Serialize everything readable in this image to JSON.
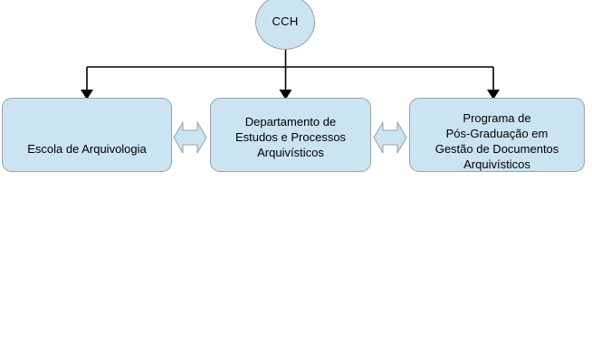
{
  "diagram": {
    "type": "organizational-hierarchy",
    "title": "",
    "colors": {
      "node_fill": "#cbe4f2",
      "node_border": "#9aa0a6",
      "connector_line": "#000000",
      "background": "#ffffff",
      "text": "#000000"
    },
    "root": {
      "id": "cch",
      "label": "CCH",
      "shape": "ellipse"
    },
    "units": [
      {
        "id": "escola-arquivologia",
        "label": "Escola de Arquivologia",
        "shape": "rounded-rectangle",
        "lines": [
          "Escola de Arquivologia"
        ]
      },
      {
        "id": "departamento-estudos",
        "label": "Departamento de\nEstudos e Processos\nArquivísticos",
        "shape": "rounded-rectangle",
        "lines": [
          "Departamento de",
          "Estudos e Processos",
          "Arquivísticos"
        ]
      },
      {
        "id": "programa-pos-graduacao",
        "label": "Programa de\nPós-Graduação em\nGestão de Documentos\nArquivísticos",
        "shape": "rounded-rectangle",
        "lines": [
          "Programa de",
          "Pós-Graduação em",
          "Gestão de Documentos",
          "Arquivísticos"
        ]
      }
    ],
    "connectors": [
      {
        "id": "cch-to-escola",
        "from": "cch",
        "to": "escola-arquivologia",
        "style": "elbow-arrow",
        "arrowhead": "filled-triangle"
      },
      {
        "id": "cch-to-departamento",
        "from": "cch",
        "to": "departamento-estudos",
        "style": "straight-arrow",
        "arrowhead": "filled-triangle"
      },
      {
        "id": "cch-to-programa",
        "from": "cch",
        "to": "programa-pos-graduacao",
        "style": "elbow-arrow",
        "arrowhead": "filled-triangle"
      },
      {
        "id": "escola-departamento-link",
        "from": "escola-arquivologia",
        "to": "departamento-estudos",
        "style": "double-headed-arrow"
      },
      {
        "id": "departamento-programa-link",
        "from": "departamento-estudos",
        "to": "programa-pos-graduacao",
        "style": "double-headed-arrow"
      }
    ]
  }
}
